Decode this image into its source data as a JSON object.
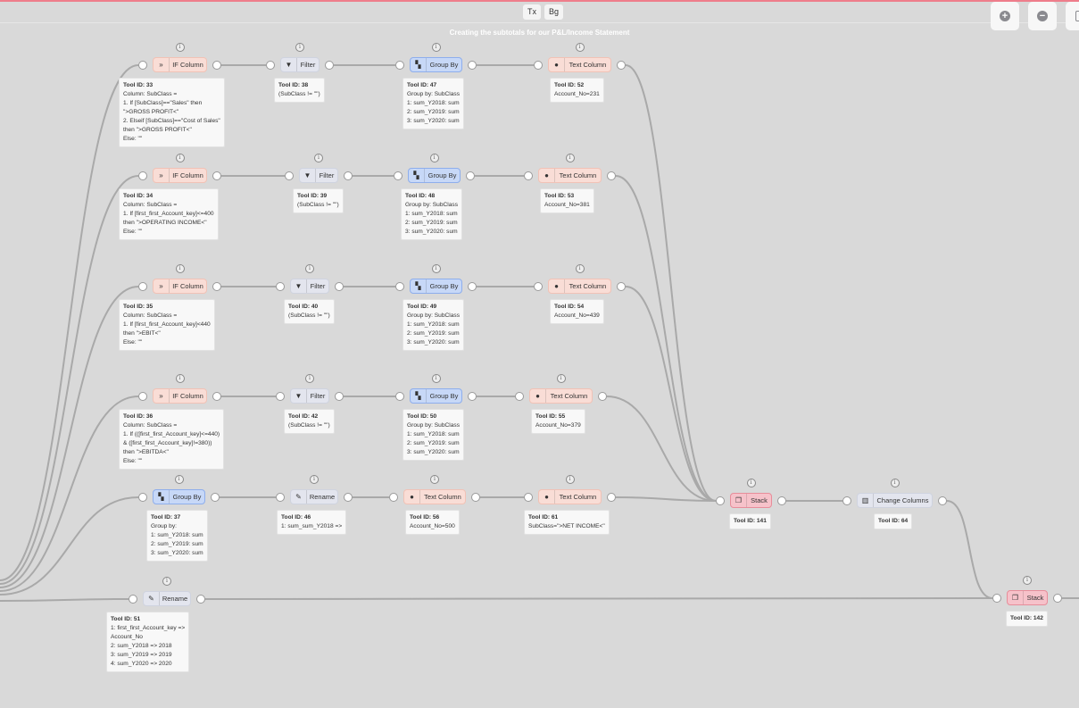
{
  "header": {
    "tx_label": "Tx",
    "bg_label": "Bg",
    "title": "Creating the subtotals for our P&L/Income Statement"
  },
  "zoom": {
    "in_icon": "zoom-in-icon",
    "out_icon": "zoom-out-icon"
  },
  "colors": {
    "canvas": "#d9d9d9",
    "edge": "#a9a9a9",
    "accent": "#ee7d8b"
  },
  "nodes": [
    {
      "type": "if",
      "label": "IF Column",
      "tool_id": "Tool ID: 33",
      "lines": [
        "Column: SubClass =",
        "1. If [SubClass]==\"Sales\" then",
        "\">GROSS PROFIT<\"",
        "2. Elseif [SubClass]==\"Cost of Sales\"",
        "then \">GROSS PROFIT<\"",
        "Else: \"\""
      ]
    },
    {
      "type": "filter",
      "label": "Filter",
      "tool_id": "Tool ID: 38",
      "lines": [
        "(SubClass != \"\")"
      ]
    },
    {
      "type": "gb",
      "label": "Group By",
      "tool_id": "Tool ID: 47",
      "lines": [
        "Group by: SubClass",
        "1: sum_Y2018: sum",
        "2: sum_Y2019: sum",
        "3: sum_Y2020: sum"
      ]
    },
    {
      "type": "text",
      "label": "Text Column",
      "tool_id": "Tool ID: 52",
      "lines": [
        "Account_No=231"
      ]
    },
    {
      "type": "if",
      "label": "IF Column",
      "tool_id": "Tool ID: 34",
      "lines": [
        "Column: SubClass =",
        "1. If [first_first_Account_key]<=400",
        "then \">OPERATING INCOME<\"",
        "Else: \"\""
      ]
    },
    {
      "type": "filter",
      "label": "Filter",
      "tool_id": "Tool ID: 39",
      "lines": [
        "(SubClass != \"\")"
      ]
    },
    {
      "type": "gb",
      "label": "Group By",
      "tool_id": "Tool ID: 48",
      "lines": [
        "Group by: SubClass",
        "1: sum_Y2018: sum",
        "2: sum_Y2019: sum",
        "3: sum_Y2020: sum"
      ]
    },
    {
      "type": "text",
      "label": "Text Column",
      "tool_id": "Tool ID: 53",
      "lines": [
        "Account_No=381"
      ]
    },
    {
      "type": "if",
      "label": "IF Column",
      "tool_id": "Tool ID: 35",
      "lines": [
        "Column: SubClass =",
        "1. If [first_first_Account_key]<440",
        "then \">EBIT<\"",
        "Else: \"\""
      ]
    },
    {
      "type": "filter",
      "label": "Filter",
      "tool_id": "Tool ID: 40",
      "lines": [
        "(SubClass != \"\")"
      ]
    },
    {
      "type": "gb",
      "label": "Group By",
      "tool_id": "Tool ID: 49",
      "lines": [
        "Group by: SubClass",
        "1: sum_Y2018: sum",
        "2: sum_Y2019: sum",
        "3: sum_Y2020: sum"
      ]
    },
    {
      "type": "text",
      "label": "Text Column",
      "tool_id": "Tool ID: 54",
      "lines": [
        "Account_No=439"
      ]
    },
    {
      "type": "if",
      "label": "IF Column",
      "tool_id": "Tool ID: 36",
      "lines": [
        "Column: SubClass =",
        "1. If (([first_first_Account_key]<=440)",
        "& ([first_first_Account_key]!=380))",
        "then \">EBITDA<\"",
        "Else: \"\""
      ]
    },
    {
      "type": "filter",
      "label": "Filter",
      "tool_id": "Tool ID: 42",
      "lines": [
        "(SubClass != \"\")"
      ]
    },
    {
      "type": "gb",
      "label": "Group By",
      "tool_id": "Tool ID: 50",
      "lines": [
        "Group by: SubClass",
        "1: sum_Y2018: sum",
        "2: sum_Y2019: sum",
        "3: sum_Y2020: sum"
      ]
    },
    {
      "type": "text",
      "label": "Text Column",
      "tool_id": "Tool ID: 55",
      "lines": [
        "Account_No=379"
      ]
    },
    {
      "type": "gb",
      "label": "Group By",
      "tool_id": "Tool ID: 37",
      "lines": [
        "Group by:",
        "1: sum_Y2018: sum",
        "2: sum_Y2019: sum",
        "3: sum_Y2020: sum"
      ]
    },
    {
      "type": "rename",
      "label": "Rename",
      "tool_id": "Tool ID: 46",
      "lines": [
        "1: sum_sum_Y2018 =>"
      ]
    },
    {
      "type": "text",
      "label": "Text Column",
      "tool_id": "Tool ID: 56",
      "lines": [
        "Account_No=500"
      ]
    },
    {
      "type": "text",
      "label": "Text Column",
      "tool_id": "Tool ID: 61",
      "lines": [
        "SubClass=\">NET INCOME<\""
      ]
    },
    {
      "type": "rename",
      "label": "Rename",
      "tool_id": "Tool ID: 51",
      "lines": [
        "1: first_first_Account_key =>",
        "Account_No",
        "2: sum_Y2018 => 2018",
        "3: sum_Y2019 => 2019",
        "4: sum_Y2020 => 2020"
      ]
    },
    {
      "type": "stack",
      "label": "Stack",
      "tool_id": "Tool ID: 141",
      "lines": []
    },
    {
      "type": "cc",
      "label": "Change Columns",
      "tool_id": "Tool ID: 64",
      "lines": []
    },
    {
      "type": "stack",
      "label": "Stack",
      "tool_id": "Tool ID: 142",
      "lines": []
    }
  ]
}
